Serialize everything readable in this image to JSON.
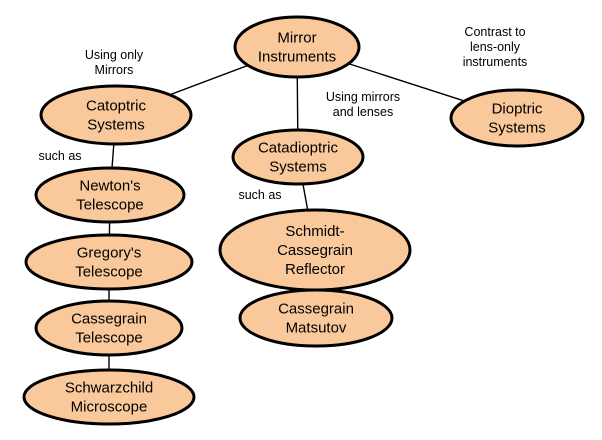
{
  "diagram": {
    "nodes": [
      {
        "id": "mirror",
        "lines": [
          "Mirror",
          "Instruments"
        ]
      },
      {
        "id": "catoptric",
        "lines": [
          "Catoptric",
          "Systems"
        ]
      },
      {
        "id": "catadioptric",
        "lines": [
          "Catadioptric",
          "Systems"
        ]
      },
      {
        "id": "dioptric",
        "lines": [
          "Dioptric",
          "Systems"
        ]
      },
      {
        "id": "newton",
        "lines": [
          "Newton's",
          "Telescope"
        ]
      },
      {
        "id": "gregory",
        "lines": [
          "Gregory's",
          "Telescope"
        ]
      },
      {
        "id": "cassegrain",
        "lines": [
          "Cassegrain",
          "Telescope"
        ]
      },
      {
        "id": "schwarzschild",
        "lines": [
          "Schwarzchild",
          "Microscope"
        ]
      },
      {
        "id": "schmidt",
        "lines": [
          "Schmidt-",
          "Cassegrain",
          "Reflector"
        ]
      },
      {
        "id": "matsutov",
        "lines": [
          "Cassegrain",
          "Matsutov"
        ]
      }
    ],
    "edges": [
      {
        "from": "mirror",
        "to": "catoptric",
        "label": [
          "Using only",
          "Mirrors"
        ]
      },
      {
        "from": "mirror",
        "to": "catadioptric",
        "label": [
          "Using mirrors",
          "and lenses"
        ]
      },
      {
        "from": "mirror",
        "to": "dioptric",
        "label": [
          "Contrast to",
          "lens-only",
          "instruments"
        ]
      },
      {
        "from": "catoptric",
        "to": "newton",
        "label": [
          "such as"
        ]
      },
      {
        "from": "newton",
        "to": "gregory",
        "label": []
      },
      {
        "from": "gregory",
        "to": "cassegrain",
        "label": []
      },
      {
        "from": "cassegrain",
        "to": "schwarzschild",
        "label": []
      },
      {
        "from": "catadioptric",
        "to": "schmidt",
        "label": [
          "such as"
        ]
      },
      {
        "from": "schmidt",
        "to": "matsutov",
        "label": []
      }
    ],
    "colors": {
      "node_fill": "#f9c99b",
      "node_stroke": "#000000",
      "edge": "#000000"
    }
  }
}
